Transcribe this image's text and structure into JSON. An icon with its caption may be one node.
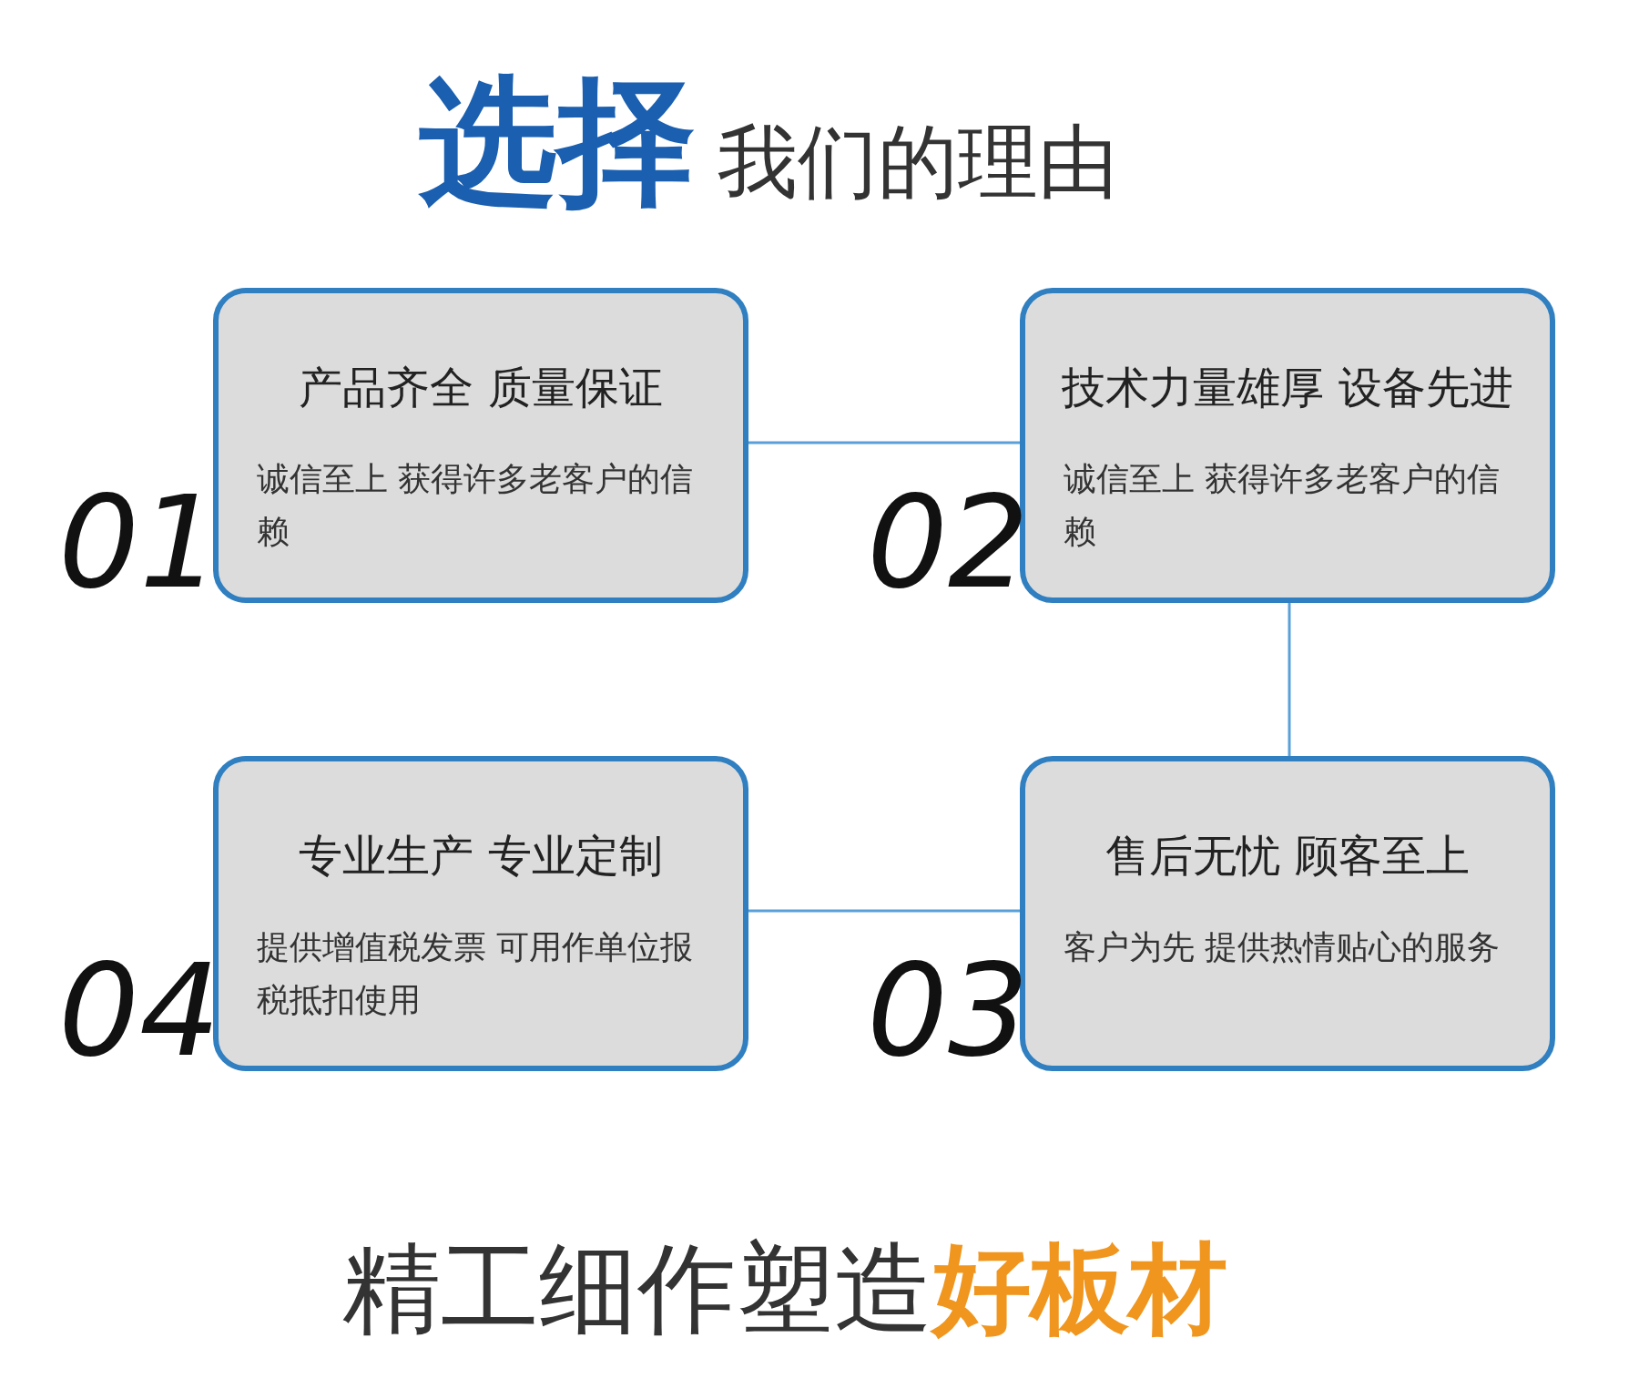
{
  "diagram": {
    "title": "**选择**我们的理由",
    "caption": "精工细作塑造**好板材**",
    "nodes": [
      {
        "text": [
          "产品齐全 质量保证",
          "诚信至上 获得许多老客户的信赖"
        ],
        "beside": [
          "01"
        ]
      },
      {
        "text": [
          "技术力量雄厚 设备先进",
          "诚信至上 获得许多老客户的信赖"
        ],
        "beside": [
          "02"
        ]
      },
      {
        "text": [
          "专业生产 专业定制",
          "提供增值税发票 可用作单位报税抵扣使用"
        ],
        "beside": [
          "04"
        ]
      },
      {
        "text": [
          "售后无忧 顾客至上",
          "客户为先 提供热情贴心的服务"
        ],
        "beside": [
          "03"
        ]
      }
    ],
    "edges": [
      {
        "from": 0,
        "to": 1,
        "arrow": "none"
      },
      {
        "from": 1,
        "to": 3,
        "arrow": "none"
      },
      {
        "from": 3,
        "to": 2,
        "arrow": "none"
      }
    ]
  }
}
